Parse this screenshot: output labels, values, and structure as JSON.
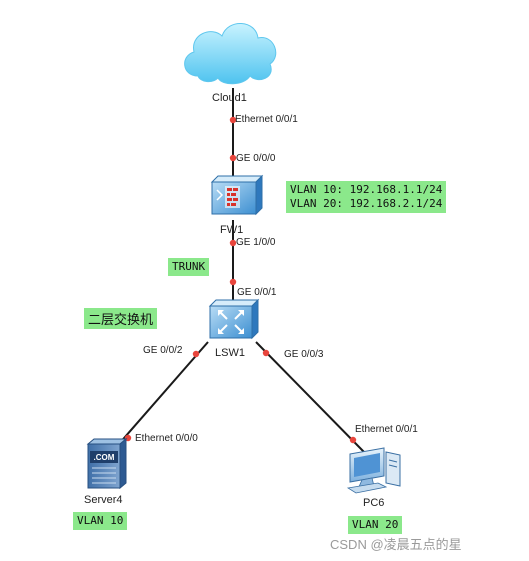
{
  "devices": {
    "cloud": "Cloud1",
    "firewall": "FW1",
    "switch": "LSW1",
    "server": "Server4",
    "server_screen_text": ".COM",
    "pc": "PC6"
  },
  "ports": {
    "cloud_eth": "Ethernet 0/0/1",
    "fw_ge000": "GE 0/0/0",
    "fw_ge100": "GE 1/0/0",
    "sw_ge001": "GE 0/0/1",
    "sw_ge002": "GE 0/0/2",
    "sw_ge003": "GE 0/0/3",
    "server_eth": "Ethernet 0/0/0",
    "pc_eth": "Ethernet 0/0/1"
  },
  "tags": {
    "vlan_info_1": "VLAN 10: 192.168.1.1/24",
    "vlan_info_2": "VLAN 20: 192.168.2.1/24",
    "trunk": "TRUNK",
    "switch_type": "二层交换机",
    "server_vlan": "VLAN 10",
    "pc_vlan": "VLAN 20"
  },
  "watermark": "CSDN @凌晨五点的星",
  "colors": {
    "link": "#1a1a1a",
    "port_dot": "#e8453c",
    "tag_bg": "#8be88b"
  }
}
